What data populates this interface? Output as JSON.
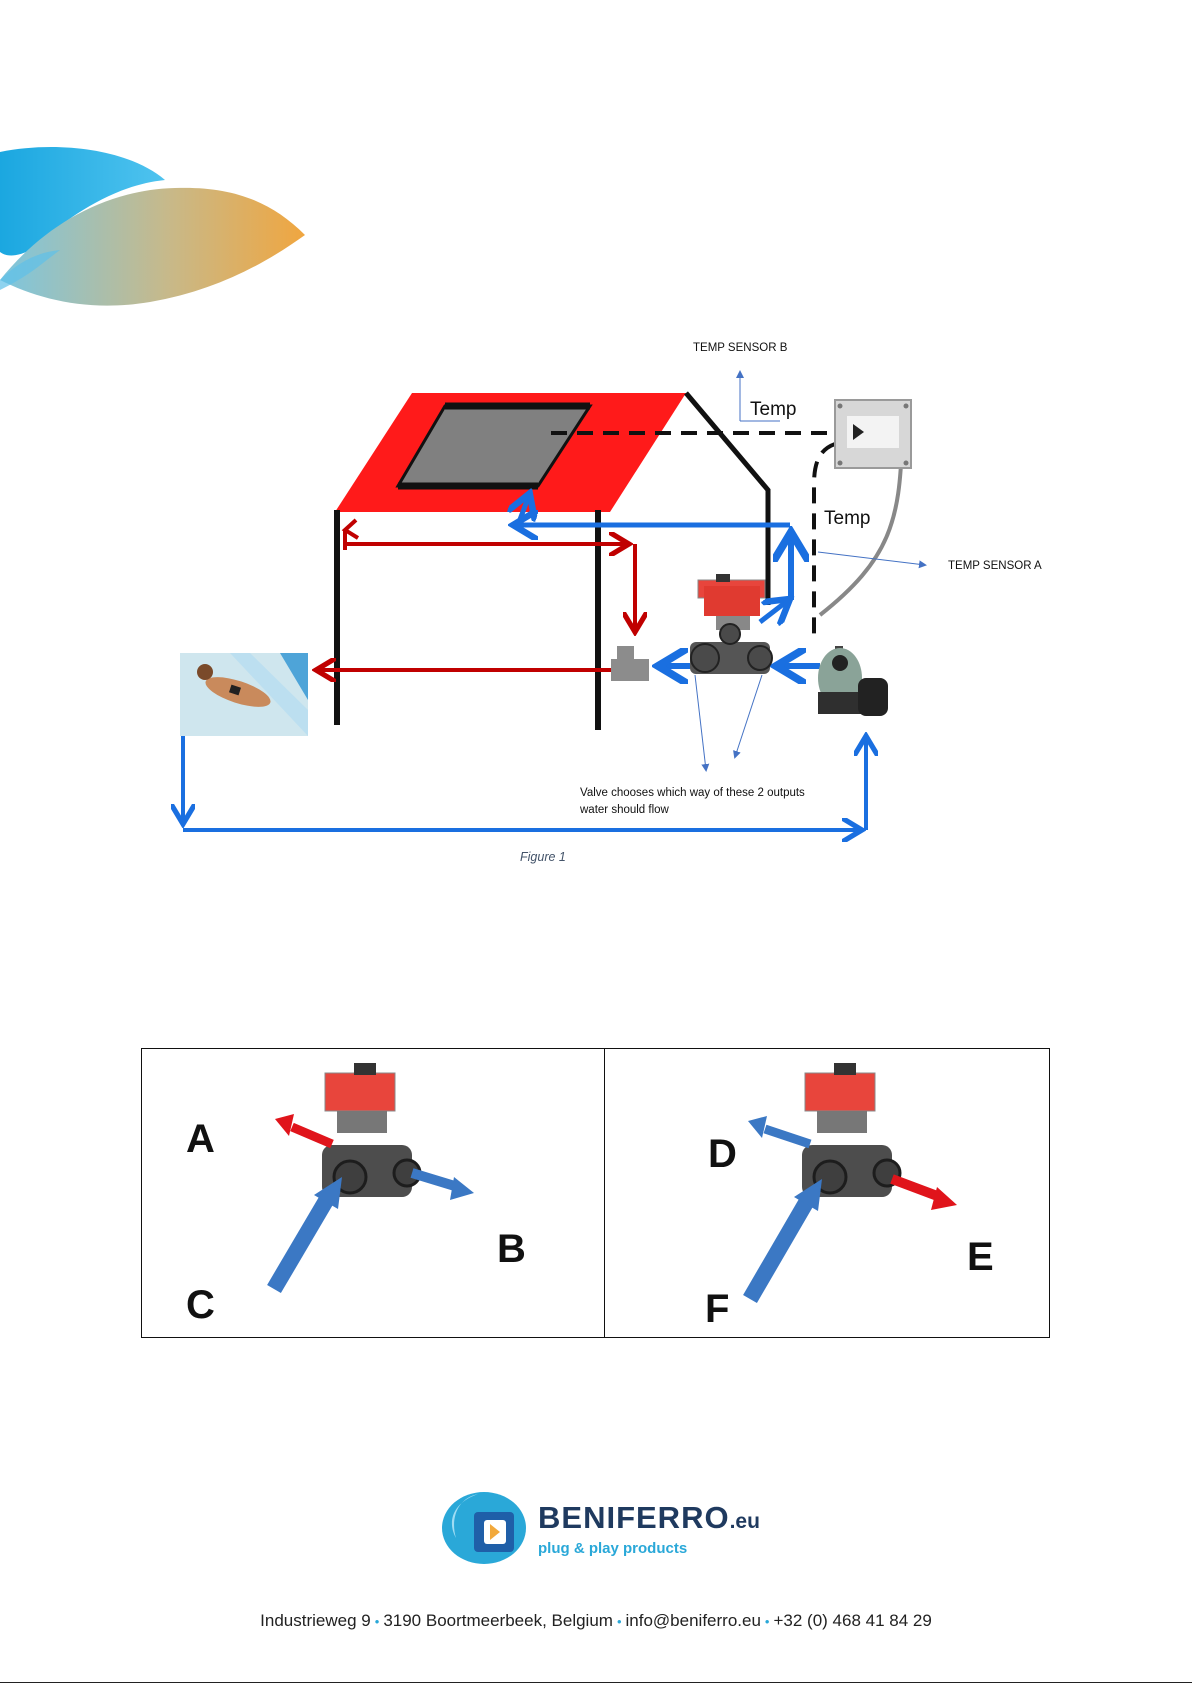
{
  "colors": {
    "roof_red": "#ff1a1a",
    "arrow_red": "#c00000",
    "arrow_blue": "#1a6fe0",
    "valve_arrow_blue": "#3b78c4",
    "valve_arrow_red": "#e0141b",
    "brand_dark": "#1f3a5f",
    "brand_light": "#2aa8d8"
  },
  "diagram": {
    "temp_sensor_b": "TEMP SENSOR B",
    "temp_sensor_a": "TEMP SENSOR A",
    "temp_top": "Temp",
    "temp_side": "Temp",
    "valve_note_line1": "Valve chooses which way of these 2 outputs",
    "valve_note_line2": "water should flow",
    "caption": "Figure 1"
  },
  "valve_table": {
    "left": {
      "a": "A",
      "b": "B",
      "c": "C"
    },
    "right": {
      "d": "D",
      "e": "E",
      "f": "F"
    }
  },
  "brand": {
    "name": "BENIFERRO",
    "tld": ".eu",
    "tagline": "plug & play products",
    "icon": "beniferro-logo-icon"
  },
  "footer": {
    "street": "Industrieweg 9",
    "city": "3190 Boortmeerbeek, Belgium",
    "email": "info@beniferro.eu",
    "phone": "+32 (0) 468 41 84 29",
    "separator": "•"
  }
}
